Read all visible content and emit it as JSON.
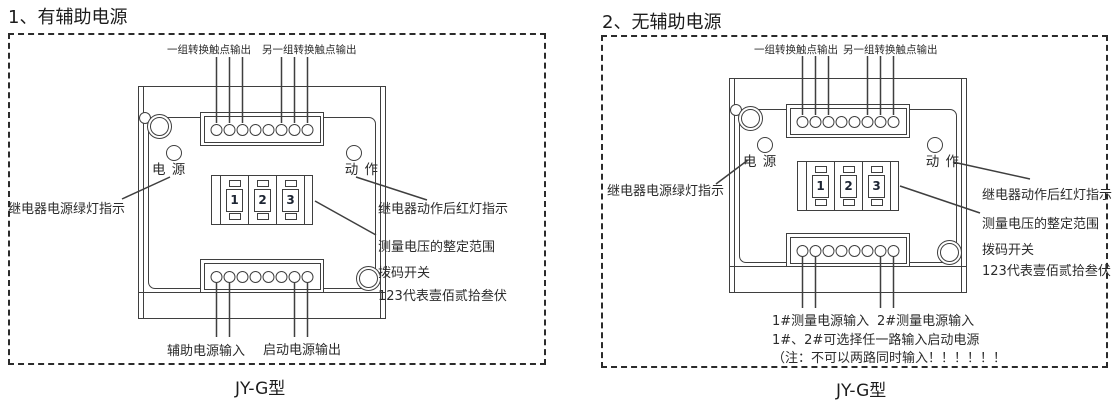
{
  "device": {
    "power_label": "电 源",
    "action_label": "动 作",
    "dip_digits": [
      "1",
      "2",
      "3"
    ]
  },
  "panels": {
    "left": {
      "title": "1、有辅助电源",
      "caption": "JY-G型",
      "labels": {
        "contacts_group1": "一组转换触点输出",
        "contacts_group2": "另一组转换触点输出",
        "power_green": "继电器电源绿灯指示",
        "action_red": "继电器动作后红灯指示",
        "measure_range": "测量电压的整定范围",
        "dip_switch": "拨码开关",
        "dip_meaning": "123代表壹佰贰拾叁伏",
        "aux_input": "辅助电源输入",
        "start_output": "启动电源输出"
      }
    },
    "right": {
      "title": "2、无辅助电源",
      "caption": "JY-G型",
      "labels": {
        "contacts_group1": "一组转换触点输出",
        "contacts_group2": "另一组转换触点输出",
        "power_green": "继电器电源绿灯指示",
        "action_red": "继电器动作后红灯指示",
        "measure_range": "测量电压的整定范围",
        "dip_switch": "拨码开关",
        "dip_meaning": "123代表壹佰贰拾叁伏",
        "measure1_input": "1#测量电源输入",
        "measure2_input": "2#测量电源输入",
        "select_note": "1#、2#可选择任一路输入启动电源",
        "warning_note": "（注：不可以两路同时输入！！！！！！"
      }
    }
  },
  "colors": {
    "line": "#3f3f3f",
    "text": "#2b2b2b",
    "background": "#ffffff"
  }
}
